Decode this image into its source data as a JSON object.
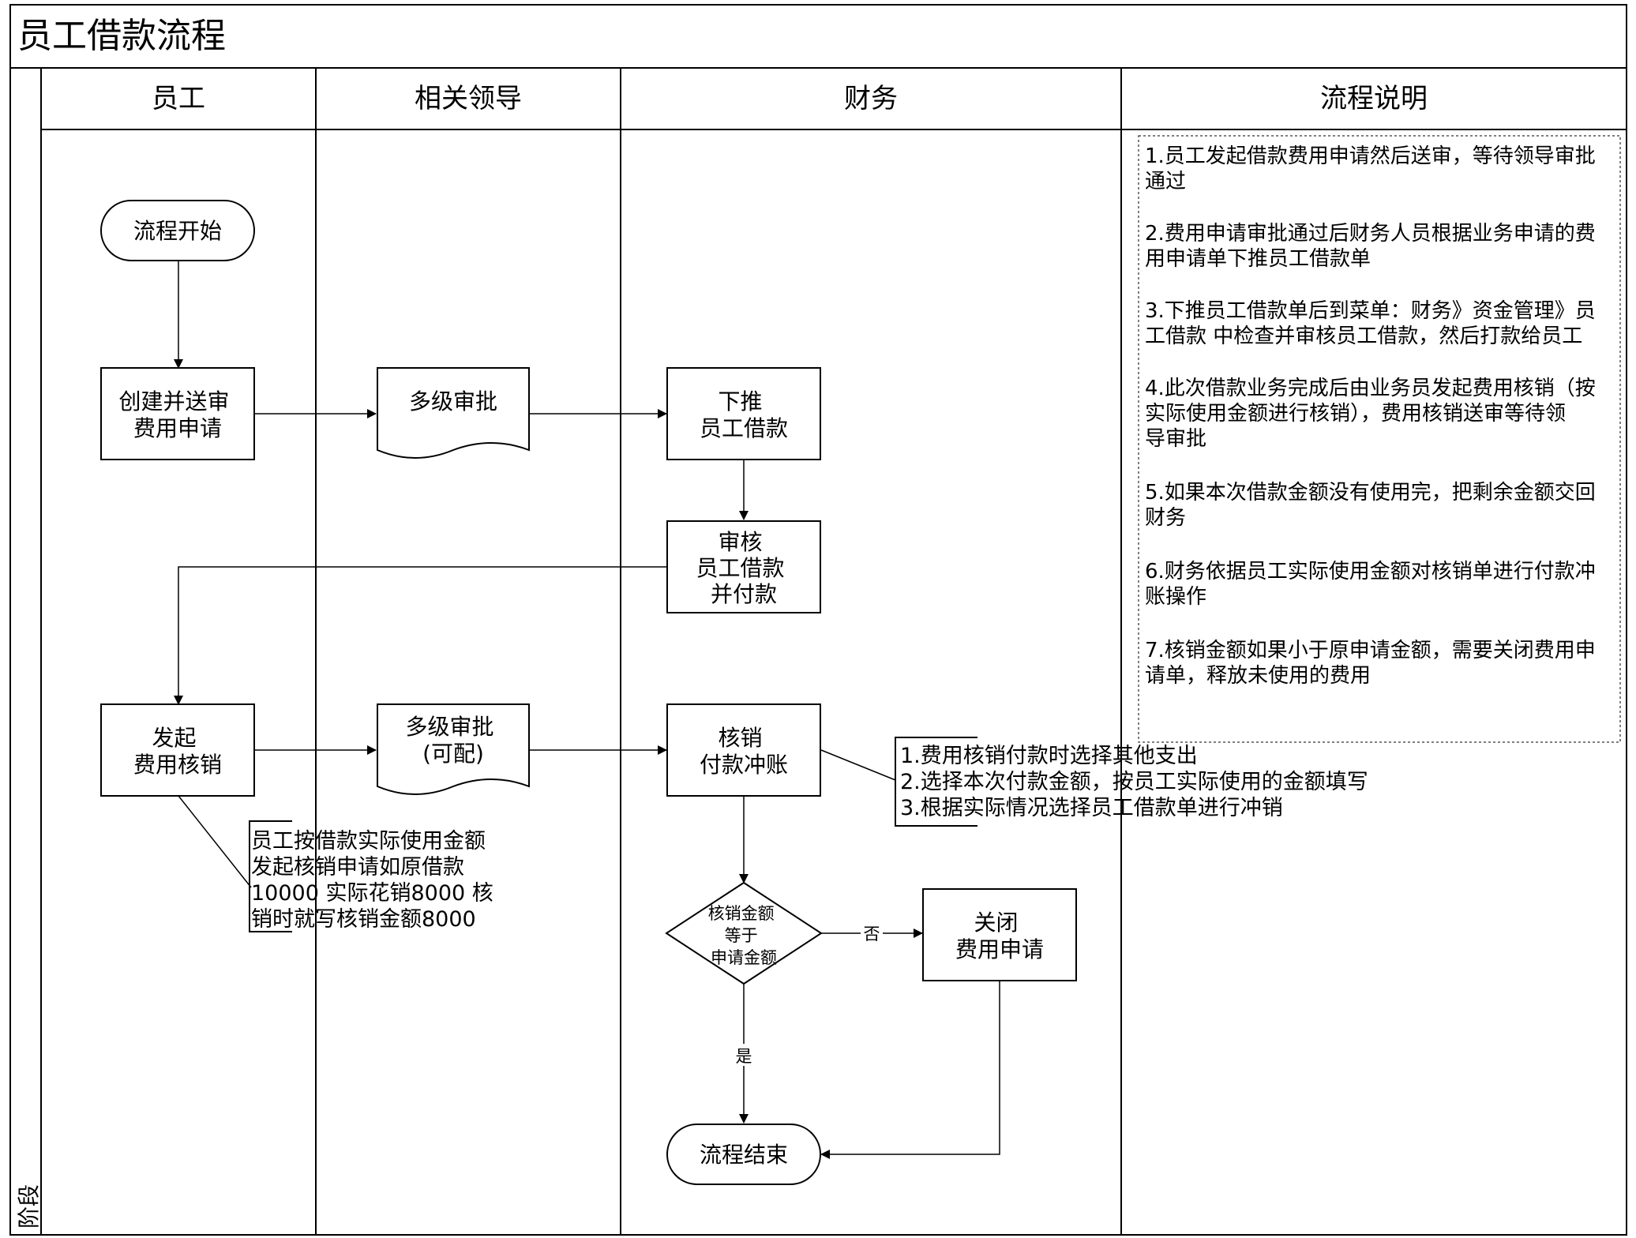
{
  "title": "员工借款流程",
  "stage_label": "阶段",
  "lanes": [
    "员工",
    "相关领导",
    "财务",
    "流程说明"
  ],
  "nodes": {
    "start": "流程开始",
    "create": [
      "创建并送审",
      "费用申请"
    ],
    "approve1": "多级审批",
    "push": [
      "下推",
      "员工借款"
    ],
    "review": [
      "审核",
      "员工借款",
      "并付款"
    ],
    "initiate": [
      "发起",
      "费用核销"
    ],
    "approve2": [
      "多级审批",
      "(可配)"
    ],
    "writeoff": [
      "核销",
      "付款冲账"
    ],
    "decision": [
      "核销金额",
      "等于",
      "申请金额"
    ],
    "close": [
      "关闭",
      "费用申请"
    ],
    "end": "流程结束"
  },
  "edge_labels": {
    "no": "否",
    "yes": "是"
  },
  "employee_note": [
    "员工按借款实际使用金额",
    "发起核销申请如原借款",
    "10000 实际花销8000 核",
    "销时就写核销金额8000"
  ],
  "finance_note": [
    "1.费用核销付款时选择其他支出",
    "2.选择本次付款金额，按员工实际使用的金额填写",
    "3.根据实际情况选择员工借款单进行冲销"
  ],
  "descriptions": [
    [
      "1.员工发起借款费用申请然后送审，等待领导审批",
      "通过"
    ],
    [
      "2.费用申请审批通过后财务人员根据业务申请的费",
      "用申请单下推员工借款单"
    ],
    [
      "3.下推员工借款单后到菜单：财务》资金管理》员",
      "工借款 中检查并审核员工借款，然后打款给员工"
    ],
    [
      "4.此次借款业务完成后由业务员发起费用核销（按",
      "实际使用金额进行核销），费用核销送审等待领",
      "导审批"
    ],
    [
      "5.如果本次借款金额没有使用完，把剩余金额交回",
      "财务"
    ],
    [
      "6.财务依据员工实际使用金额对核销单进行付款冲",
      "账操作"
    ],
    [
      "7.核销金额如果小于原申请金额，需要关闭费用申",
      "请单，释放未使用的费用"
    ]
  ]
}
